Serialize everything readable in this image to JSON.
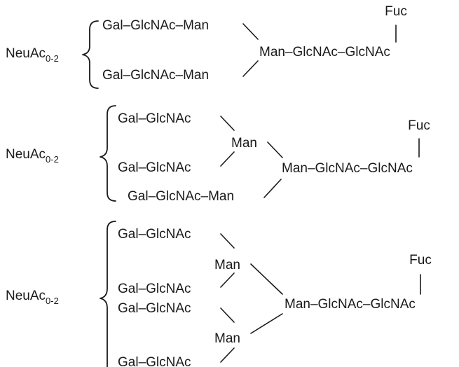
{
  "structures": [
    {
      "id": "biantennary",
      "sialic": {
        "base": "NeuAc",
        "sub": "0-2"
      },
      "branches": [
        "Gal–GlcNAc–Man",
        "Gal–GlcNAc–Man"
      ],
      "core": "Man–GlcNAc–GlcNAc",
      "fucose": "Fuc"
    },
    {
      "id": "triantennary",
      "sialic": {
        "base": "NeuAc",
        "sub": "0-2"
      },
      "branches": [
        "Gal–GlcNAc",
        "Gal–GlcNAc",
        "Gal–GlcNAc–Man"
      ],
      "inner_man": "Man",
      "core": "Man–GlcNAc–GlcNAc",
      "fucose": "Fuc"
    },
    {
      "id": "tetraantennary",
      "sialic": {
        "base": "NeuAc",
        "sub": "0-2"
      },
      "branches": [
        "Gal–GlcNAc",
        "Gal–GlcNAc",
        "Gal–GlcNAc",
        "Gal–GlcNAc"
      ],
      "inner_man_upper": "Man",
      "inner_man_lower": "Man",
      "core": "Man–GlcNAc–GlcNAc",
      "fucose": "Fuc"
    }
  ]
}
